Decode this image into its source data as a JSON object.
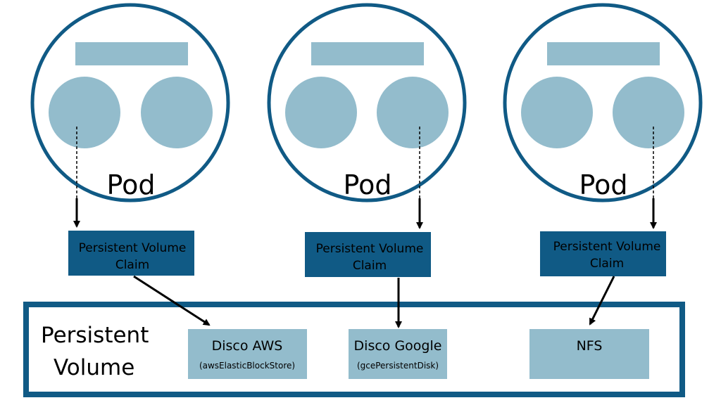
{
  "colors": {
    "navy": "#105a85",
    "light_blue": "#93bccc",
    "arrow": "#000000"
  },
  "pods": [
    {
      "label": "Pod"
    },
    {
      "label": "Pod"
    },
    {
      "label": "Pod"
    }
  ],
  "claims": [
    {
      "line1": "Persistent Volume",
      "line2": "Claim"
    },
    {
      "line1": "Persistent Volume",
      "line2": "Claim"
    },
    {
      "line1": "Persistent Volume",
      "line2": "Claim"
    }
  ],
  "persistent_volume": {
    "line1": "Persistent",
    "line2": "Volume"
  },
  "storages": [
    {
      "title": "Disco AWS",
      "subtitle": "(awsElasticBlockStore)"
    },
    {
      "title": "Disco Google",
      "subtitle": "(gcePersistentDisk)"
    },
    {
      "title": "NFS",
      "subtitle": ""
    }
  ]
}
